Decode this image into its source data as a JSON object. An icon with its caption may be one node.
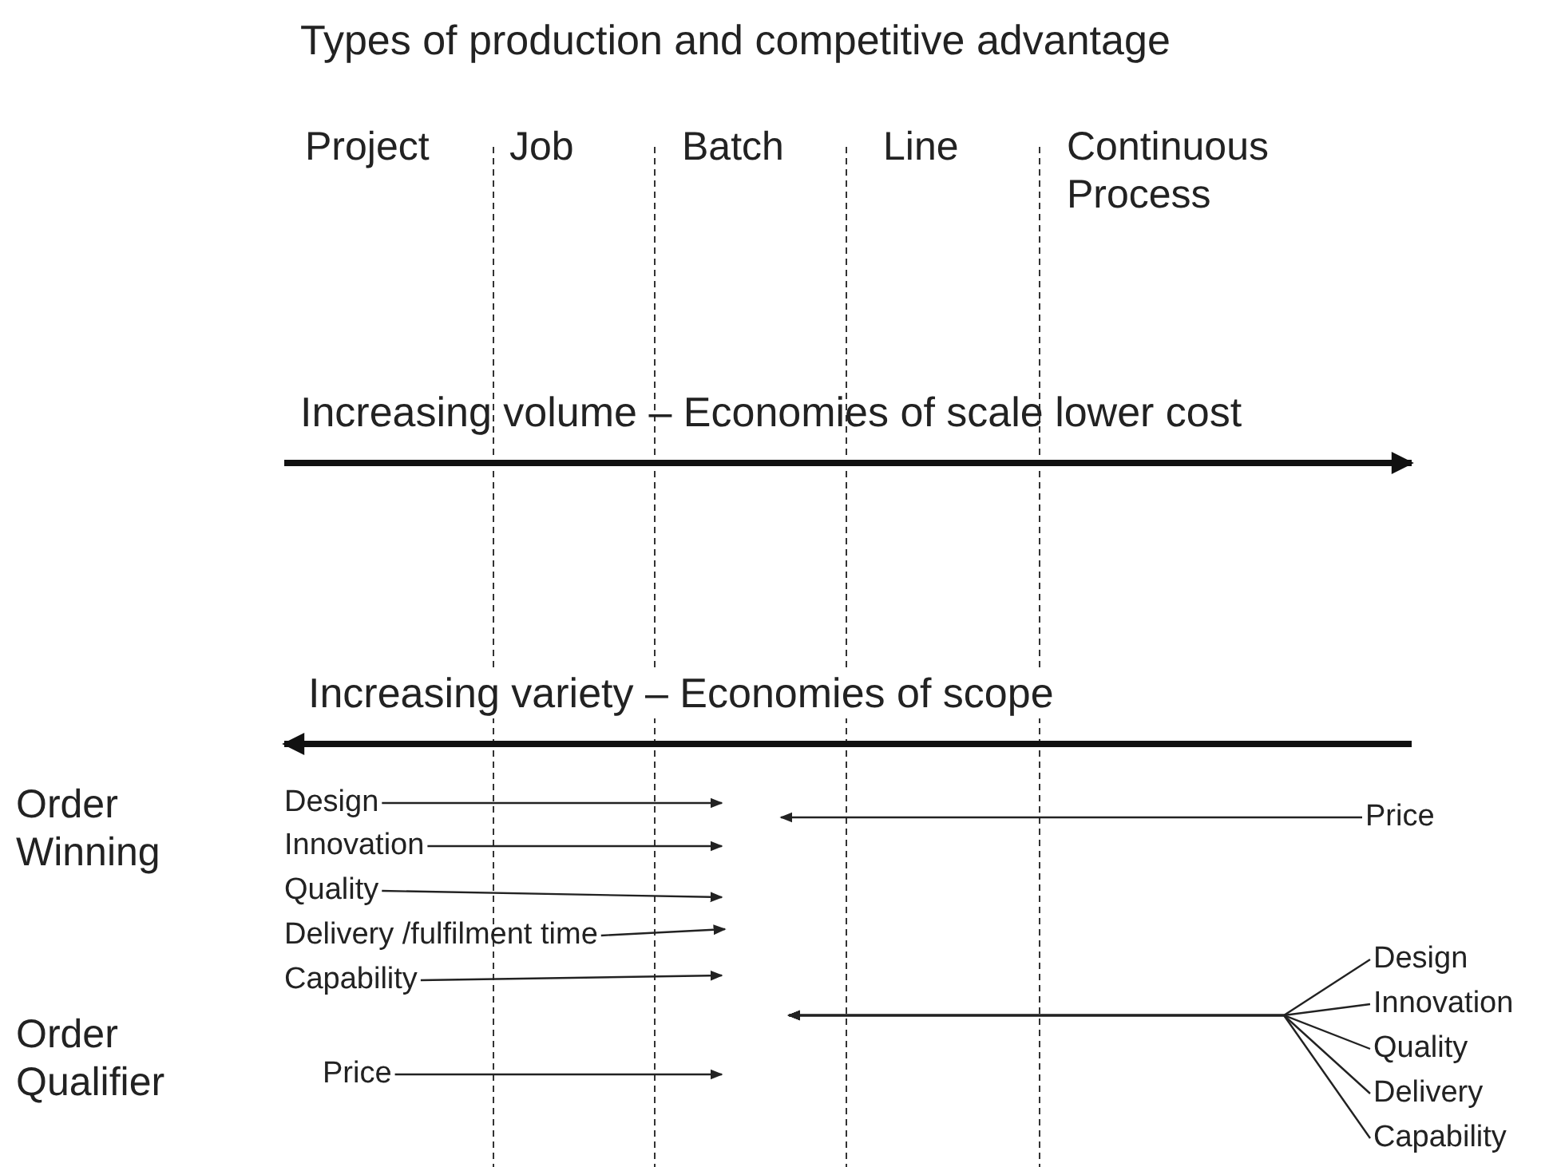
{
  "diagram": {
    "title": "Types of production and competitive advantage",
    "nodes": [
      {
        "text": [
          "Design"
        ]
      },
      {
        "text": [
          "Innovation"
        ]
      },
      {
        "text": [
          "Quality"
        ]
      },
      {
        "text": [
          "Delivery /fulfilment time"
        ]
      },
      {
        "text": [
          "Capability"
        ]
      },
      {
        "text": [
          "Price"
        ]
      },
      {
        "text": [
          "Price"
        ]
      },
      {
        "text": [
          "Design"
        ]
      },
      {
        "text": [
          "Innovation"
        ]
      },
      {
        "text": [
          "Quality"
        ]
      },
      {
        "text": [
          "Delivery"
        ]
      },
      {
        "text": [
          "Capability"
        ]
      }
    ],
    "edges": [
      {
        "from": 0,
        "to": null,
        "arrow": "to"
      },
      {
        "from": 1,
        "to": null,
        "arrow": "to"
      },
      {
        "from": 2,
        "to": null,
        "arrow": "to"
      },
      {
        "from": 3,
        "to": null,
        "arrow": "to"
      },
      {
        "from": 4,
        "to": null,
        "arrow": "to"
      },
      {
        "from": 5,
        "to": null,
        "arrow": "to"
      },
      {
        "from": 6,
        "to": null,
        "arrow": "to"
      },
      {
        "from": 7,
        "to": null,
        "arrow": "to"
      },
      {
        "from": 8,
        "to": null,
        "arrow": "to"
      },
      {
        "from": 9,
        "to": null,
        "arrow": "to"
      },
      {
        "from": 10,
        "to": null,
        "arrow": "to"
      },
      {
        "from": 11,
        "to": null,
        "arrow": "to"
      }
    ],
    "labels": [
      "Project",
      "Job",
      "Batch",
      "Line",
      "Continuous Process",
      "Increasing volume – Economies of scale lower cost",
      "Increasing variety – Economies of scope",
      "Order Winning",
      "Order Qualifier"
    ]
  }
}
